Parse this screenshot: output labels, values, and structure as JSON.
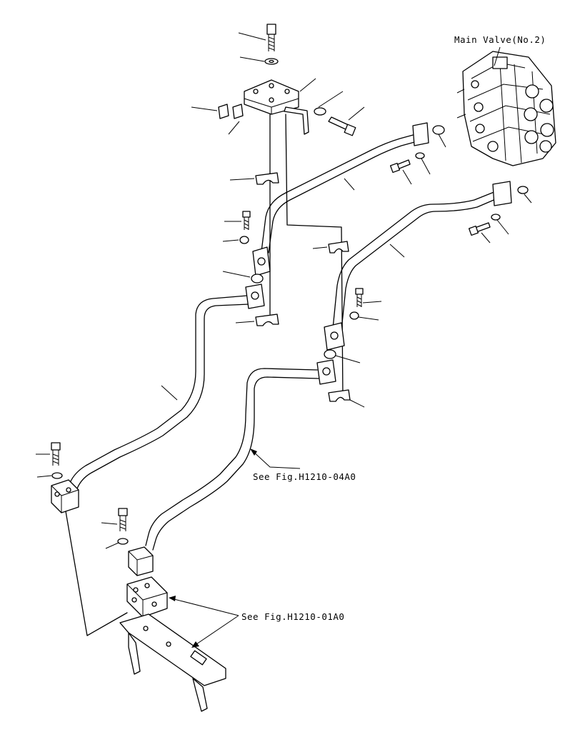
{
  "labels": {
    "main_valve": "Main Valve(No.2)",
    "see_fig_upper": "See Fig.H1210-04A0",
    "see_fig_lower": "See Fig.H1210-01A0"
  }
}
